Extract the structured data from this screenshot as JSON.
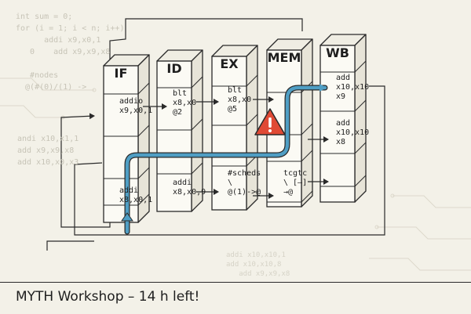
{
  "background_code": {
    "top_left": "int sum = 0;\nfor (i = 1; i < n; i++)\n      addi x9,x0,1\n   0    add x9,x9,x8\n\n   #nodes\n  @(#(0)/(1) ->",
    "mid_left": "andi x10,x1,1\nadd x9,x9,x8\nadd x10,x0,x3",
    "bottom_right": "addi x10,x10,1\nadd x10,x10,8\n   add x9,x9,x8"
  },
  "stages": [
    {
      "label": "IF",
      "instructions": [
        "addio\nx9,x0,1",
        "addi\nx8,x0,1"
      ]
    },
    {
      "label": "ID",
      "instructions": [
        "blt\nx8,x0\n@2",
        "addi\nx8,x0,9"
      ]
    },
    {
      "label": "EX",
      "instructions": [
        "blt\nx8,x0\n@5",
        "#scheds\n\\\n@(1)->@"
      ]
    },
    {
      "label": "MEM",
      "instructions": [
        "tcgtc\n\\ [–]\n→@"
      ]
    },
    {
      "label": "WB",
      "instructions": [
        "add\nx10,x10\nx9",
        "add\nx10,x10\nx8"
      ]
    }
  ],
  "hazard": {
    "icon": "warning-triangle-icon",
    "color": "#e04a35"
  },
  "colors": {
    "forwarding_path": "#4f9ec4",
    "ink": "#2a2a2a",
    "panel_front": "#fbfaf4",
    "panel_side": "#e7e4d8",
    "panel_top": "#efede3"
  },
  "footer": {
    "title": "MYTH Workshop – 14 h left!"
  }
}
